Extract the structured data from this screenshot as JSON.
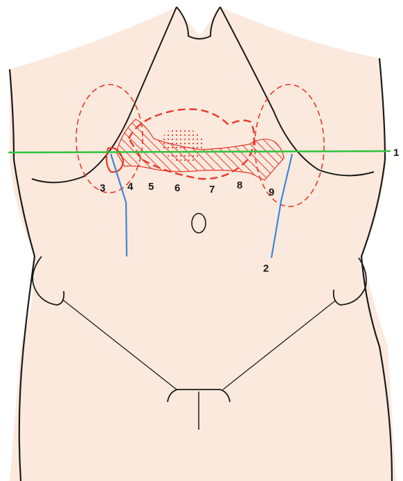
{
  "figure": {
    "labels": [
      {
        "key": "l1",
        "text": "1"
      },
      {
        "key": "l2",
        "text": "2"
      },
      {
        "key": "l3",
        "text": "3"
      },
      {
        "key": "l4",
        "text": "4"
      },
      {
        "key": "l5",
        "text": "5"
      },
      {
        "key": "l6",
        "text": "6"
      },
      {
        "key": "l7",
        "text": "7"
      },
      {
        "key": "l8",
        "text": "8"
      },
      {
        "key": "l9",
        "text": "9"
      }
    ],
    "colors": {
      "skin": "#fbe9dd",
      "outline": "#1a1a1a",
      "region": "#e8382a",
      "horizontal_line": "#2fc23a",
      "vertical_lines": "#3a86d8"
    }
  }
}
